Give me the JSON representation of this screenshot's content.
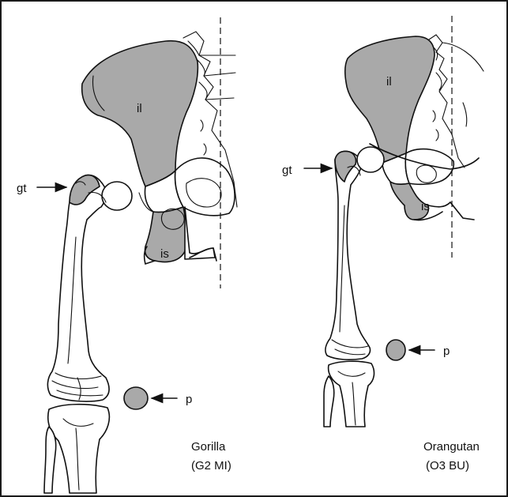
{
  "figure": {
    "left": {
      "caption_line1": "Gorilla",
      "caption_line2": "(G2 MI)",
      "labels": {
        "ilium": "il",
        "ischium": "is",
        "greater_trochanter": "gt",
        "patella": "p"
      }
    },
    "right": {
      "caption_line1": "Orangutan",
      "caption_line2": "(O3 BU)",
      "labels": {
        "ilium": "il",
        "ischium": "is",
        "greater_trochanter": "gt",
        "patella": "p"
      }
    }
  },
  "colors": {
    "shaded_bone": "#a9a9a9",
    "outline": "#111111",
    "background": "#ffffff"
  }
}
